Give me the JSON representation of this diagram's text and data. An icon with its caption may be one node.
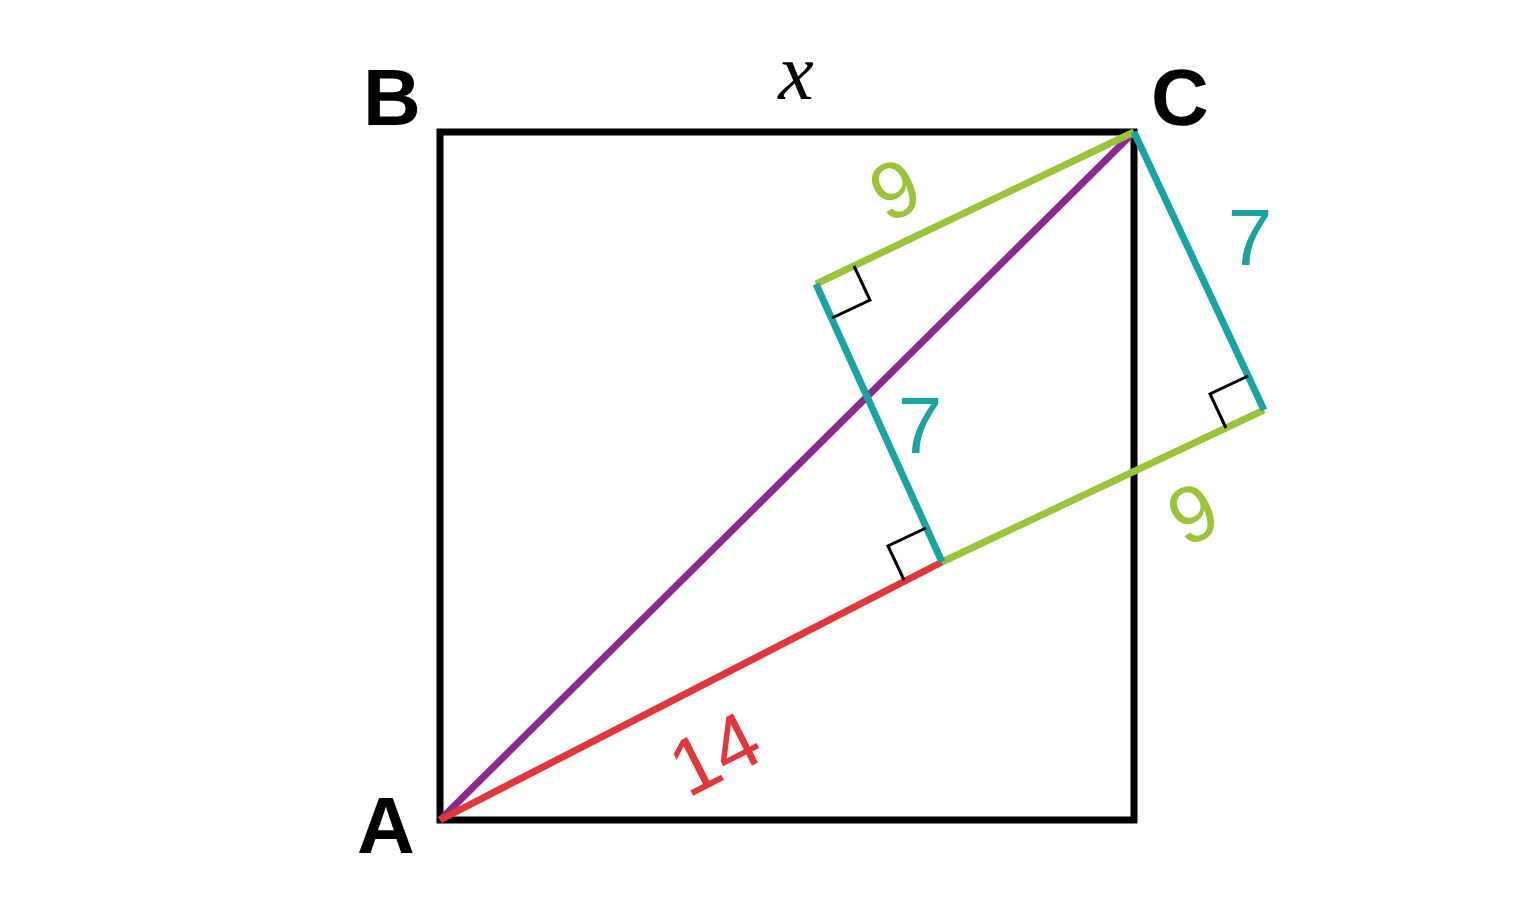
{
  "diagram": {
    "labels": [
      "B",
      "x",
      "C",
      "9",
      "7",
      "7",
      "9",
      "14",
      "A"
    ]
  }
}
